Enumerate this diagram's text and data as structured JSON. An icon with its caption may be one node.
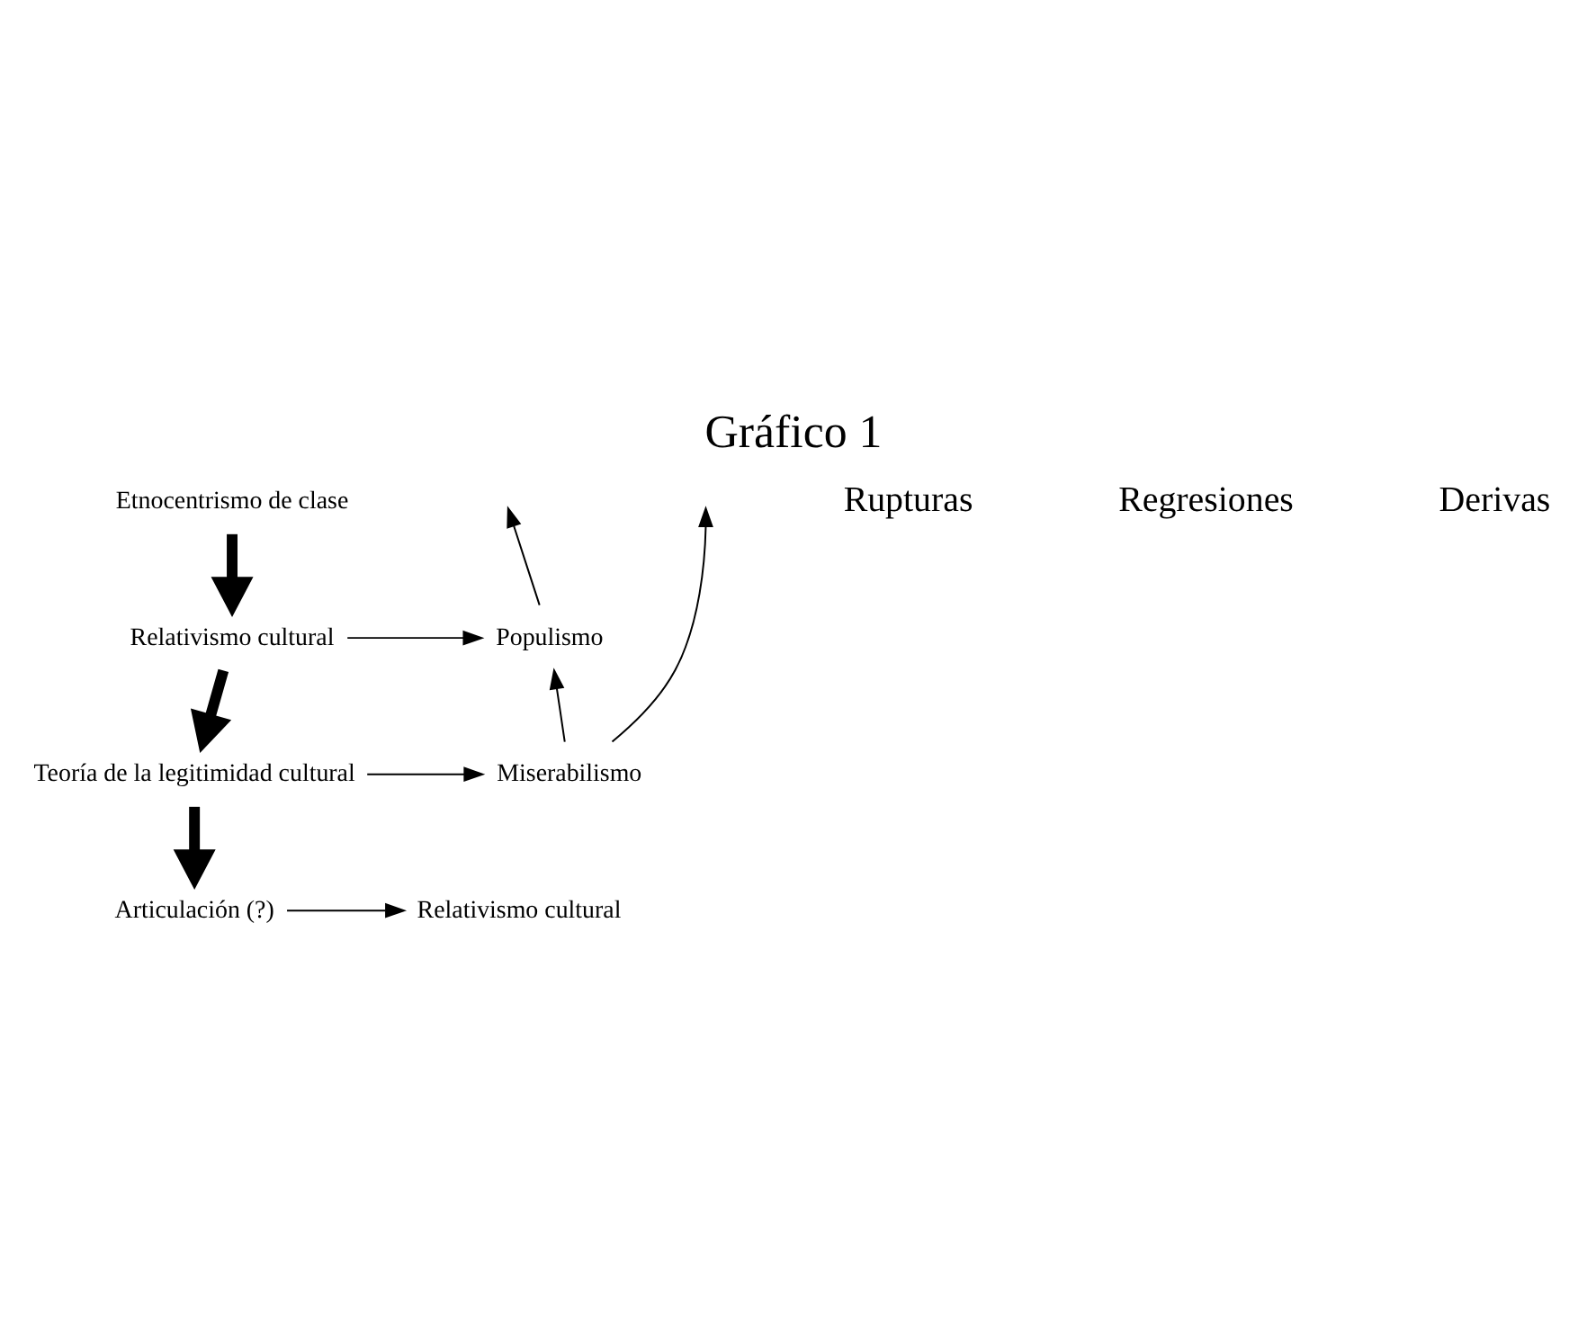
{
  "diagram": {
    "title": "Gráfico 1",
    "nodes": [
      {
        "text": [
          "Etnocentrismo de clase"
        ]
      },
      {
        "text": [
          "Relativismo cultural"
        ]
      },
      {
        "text": [
          "Populismo"
        ]
      },
      {
        "text": [
          "Teoría de la legitimidad cultural"
        ]
      },
      {
        "text": [
          "Miserabilismo"
        ]
      },
      {
        "text": [
          "Articulación (?)"
        ]
      },
      {
        "text": [
          "Relativismo cultural"
        ]
      }
    ],
    "edges": [
      {
        "from": 0,
        "to": 1,
        "arrow": "to",
        "style": "thick"
      },
      {
        "from": 1,
        "to": 3,
        "arrow": "to",
        "style": "thick"
      },
      {
        "from": 3,
        "to": 5,
        "arrow": "to",
        "style": "thick"
      },
      {
        "from": 1,
        "to": 2,
        "arrow": "to"
      },
      {
        "from": 3,
        "to": 4,
        "arrow": "to"
      },
      {
        "from": 5,
        "to": 6,
        "arrow": "to"
      },
      {
        "from": 4,
        "to": 2,
        "arrow": "to"
      },
      {
        "from": 2,
        "to": null,
        "arrow": "to"
      },
      {
        "from": 4,
        "to": null,
        "arrow": "to"
      }
    ],
    "labels": [
      "Rupturas",
      "Regresiones",
      "Derivas"
    ]
  }
}
